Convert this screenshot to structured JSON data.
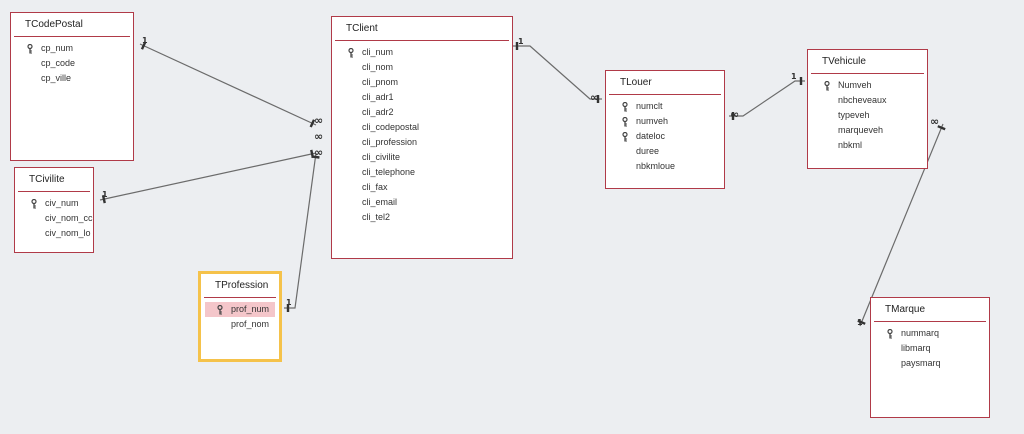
{
  "tables": [
    {
      "id": "TCodePostal",
      "name": "TCodePostal",
      "fields": [
        {
          "name": "cp_num",
          "key": true
        },
        {
          "name": "cp_code",
          "key": false
        },
        {
          "name": "cp_ville",
          "key": false
        }
      ]
    },
    {
      "id": "TCivilite",
      "name": "TCivilite",
      "fields": [
        {
          "name": "civ_num",
          "key": true
        },
        {
          "name": "civ_nom_cc",
          "key": false
        },
        {
          "name": "civ_nom_lo",
          "key": false
        }
      ]
    },
    {
      "id": "TProfession",
      "name": "TProfession",
      "selected": true,
      "fields": [
        {
          "name": "prof_num",
          "key": true,
          "highlight": true
        },
        {
          "name": "prof_nom",
          "key": false
        }
      ]
    },
    {
      "id": "TClient",
      "name": "TClient",
      "fields": [
        {
          "name": "cli_num",
          "key": true
        },
        {
          "name": "cli_nom",
          "key": false
        },
        {
          "name": "cli_pnom",
          "key": false
        },
        {
          "name": "cli_adr1",
          "key": false
        },
        {
          "name": "cli_adr2",
          "key": false
        },
        {
          "name": "cli_codepostal",
          "key": false
        },
        {
          "name": "cli_profession",
          "key": false
        },
        {
          "name": "cli_civilite",
          "key": false
        },
        {
          "name": "cli_telephone",
          "key": false
        },
        {
          "name": "cli_fax",
          "key": false
        },
        {
          "name": "cli_email",
          "key": false
        },
        {
          "name": "cli_tel2",
          "key": false
        }
      ]
    },
    {
      "id": "TLouer",
      "name": "TLouer",
      "fields": [
        {
          "name": "numclt",
          "key": true
        },
        {
          "name": "numveh",
          "key": true
        },
        {
          "name": "dateloc",
          "key": true
        },
        {
          "name": "duree",
          "key": false
        },
        {
          "name": "nbkmloue",
          "key": false
        }
      ]
    },
    {
      "id": "TVehicule",
      "name": "TVehicule",
      "fields": [
        {
          "name": "Numveh",
          "key": true
        },
        {
          "name": "nbcheveaux",
          "key": false
        },
        {
          "name": "typeveh",
          "key": false
        },
        {
          "name": "marqueveh",
          "key": false
        },
        {
          "name": "nbkml",
          "key": false
        }
      ]
    },
    {
      "id": "TMarque",
      "name": "TMarque",
      "fields": [
        {
          "name": "nummarq",
          "key": true
        },
        {
          "name": "libmarq",
          "key": false
        },
        {
          "name": "paysmarq",
          "key": false
        }
      ]
    }
  ],
  "relations": [
    {
      "one": "TCodePostal",
      "many": "TClient",
      "one_label": "1",
      "many_label": "∞"
    },
    {
      "one": "TCivilite",
      "many": "TClient",
      "one_label": "1",
      "many_label": "∞"
    },
    {
      "one": "TProfession",
      "many": "TClient",
      "one_label": "1",
      "many_label": "∞"
    },
    {
      "one": "TClient",
      "many": "TLouer",
      "one_label": "1",
      "many_label": "∞"
    },
    {
      "one": "TVehicule",
      "many": "TLouer",
      "one_label": "1",
      "many_label": "∞"
    },
    {
      "one": "TMarque",
      "many": "TVehicule",
      "one_label": "1",
      "many_label": "∞"
    }
  ],
  "colors": {
    "table_border": "#b03a48",
    "selected_border": "#f5c24a",
    "highlight": "#f4c6ca",
    "line": "#6b6b6b",
    "background": "#eceef1"
  },
  "icons": {
    "primary_key": "key-icon"
  }
}
